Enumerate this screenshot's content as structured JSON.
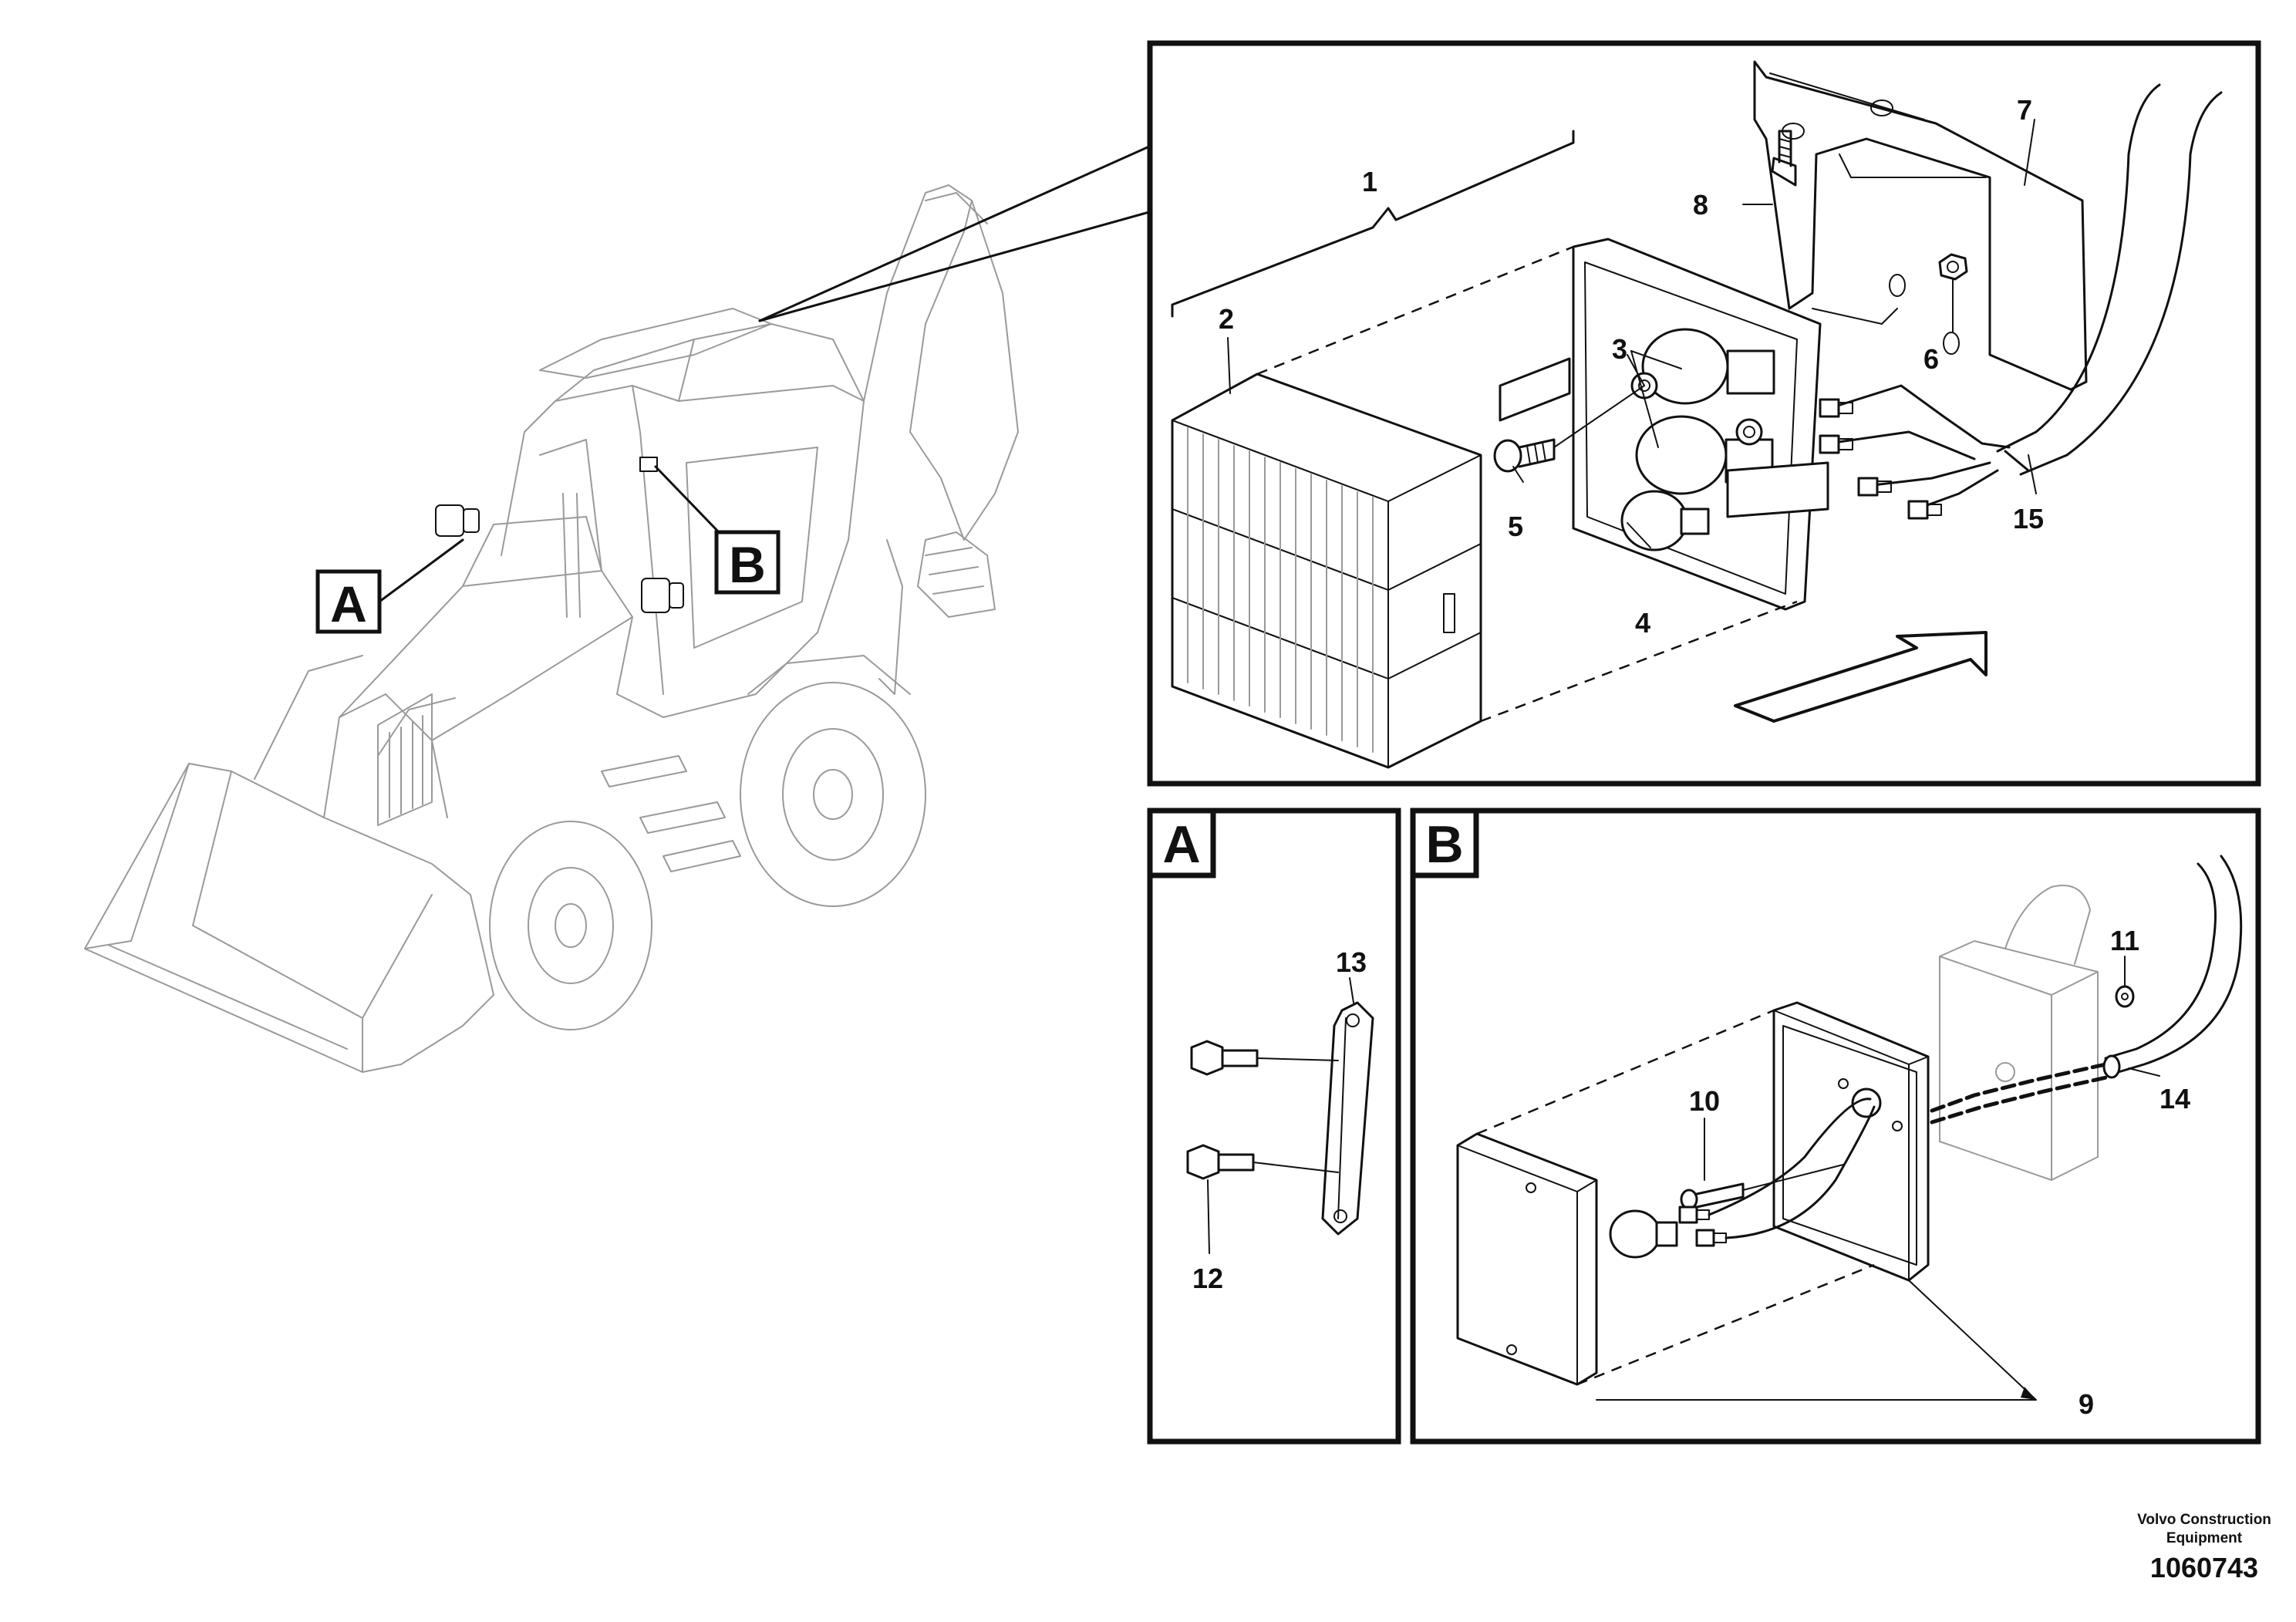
{
  "views": {
    "overview_labels": {
      "a": "A",
      "b": "B"
    },
    "detail_a_label": "A",
    "detail_b_label": "B"
  },
  "callouts": [
    "1",
    "2",
    "3",
    "4",
    "5",
    "6",
    "7",
    "8",
    "9",
    "10",
    "11",
    "12",
    "13",
    "14",
    "15"
  ],
  "footer": {
    "company_line1": "Volvo Construction",
    "company_line2": "Equipment",
    "figure_number": "1060743"
  }
}
